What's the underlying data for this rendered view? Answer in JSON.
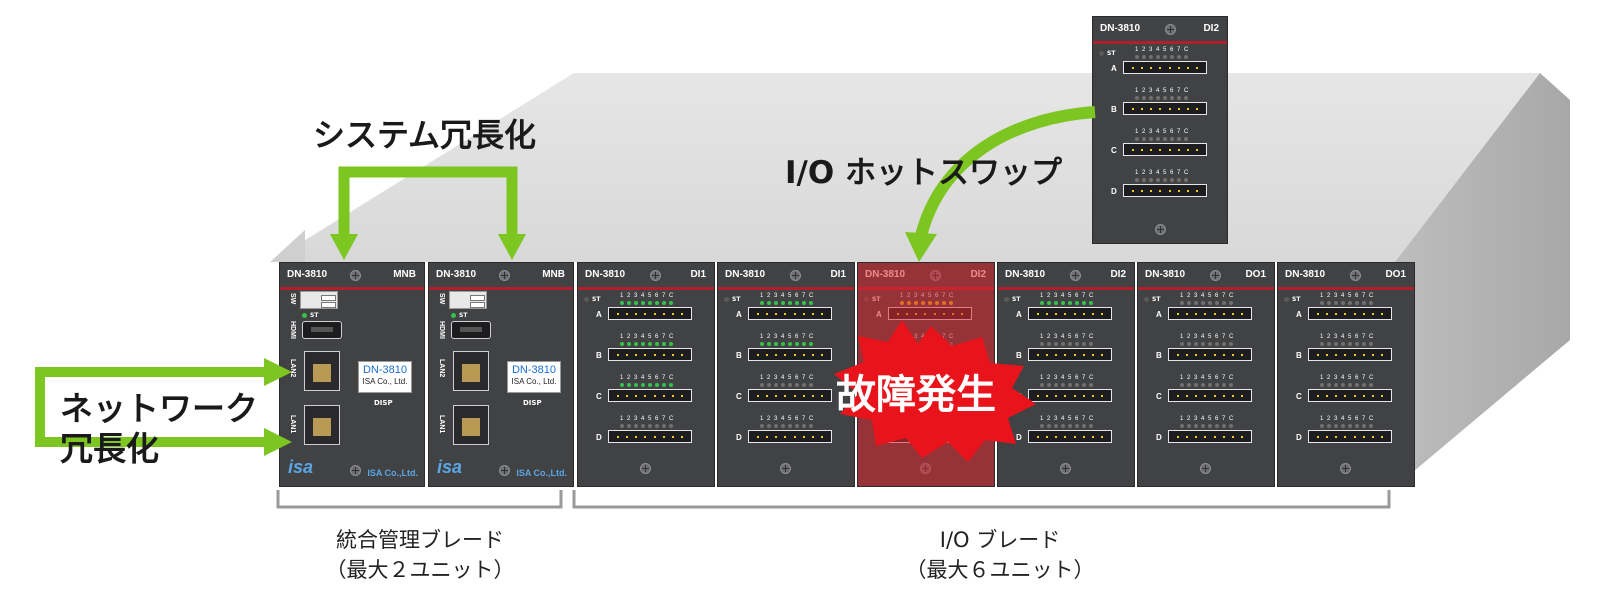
{
  "labels": {
    "system_redundancy": "システム冗長化",
    "network_redundancy_line1": "ネットワーク",
    "network_redundancy_line2": "冗長化",
    "hot_swap": "I/O ホットスワップ",
    "fault": "故障発生"
  },
  "captions": {
    "management_line1": "統合管理ブレード",
    "management_line2": "（最大２ユニット）",
    "io_line1": "I/O ブレード",
    "io_line2": "（最大６ユニット）"
  },
  "blade_common": {
    "model": "DN-3810",
    "st": "ST",
    "di_numbers": "1 2 3 4 5 6 7 C",
    "do_numbers": "1   2   3   4",
    "groups": [
      "A",
      "B",
      "C",
      "D"
    ],
    "sw": "SW",
    "hdmi": "HDMI",
    "lan2": "LAN2",
    "lan1": "LAN1",
    "disp_model": "DN-3810",
    "disp_company": "ISA Co., Ltd.",
    "disp": "DISP",
    "logo": "isa",
    "company": "ISA Co.,Ltd."
  },
  "blades": [
    {
      "type": "MNB"
    },
    {
      "type": "MNB"
    },
    {
      "type": "DI1"
    },
    {
      "type": "DI1"
    },
    {
      "type": "DI2",
      "fault": true
    },
    {
      "type": "DI2"
    },
    {
      "type": "DO1"
    },
    {
      "type": "DO1"
    }
  ],
  "floating_blade": {
    "type": "DI2"
  },
  "colors": {
    "arrow_green": "#7dc520",
    "fault_red": "#e8131b",
    "blade_body": "#414244",
    "accent_red_line": "#b1202a",
    "logo_blue": "#5aa6e6"
  }
}
